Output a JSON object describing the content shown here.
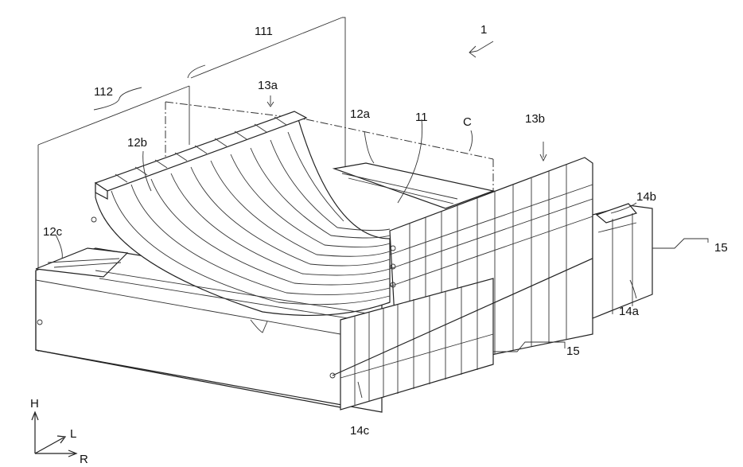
{
  "figure": {
    "labels": {
      "assembly": "1",
      "coil_group_111": "111",
      "coil_group_112": "112",
      "spacer_block_13a": "13a",
      "spacer_block_13b": "13b",
      "coil_12a": "12a",
      "coil_12b": "12b",
      "coil_12c": "12c",
      "center_coil": "11",
      "center_axis": "C",
      "block_14a": "14a",
      "block_14b": "14b",
      "block_14c": "14c",
      "bolt_upper": "15",
      "bolt_lower": "15"
    },
    "axes": {
      "height": "H",
      "length": "L",
      "radial": "R"
    }
  }
}
